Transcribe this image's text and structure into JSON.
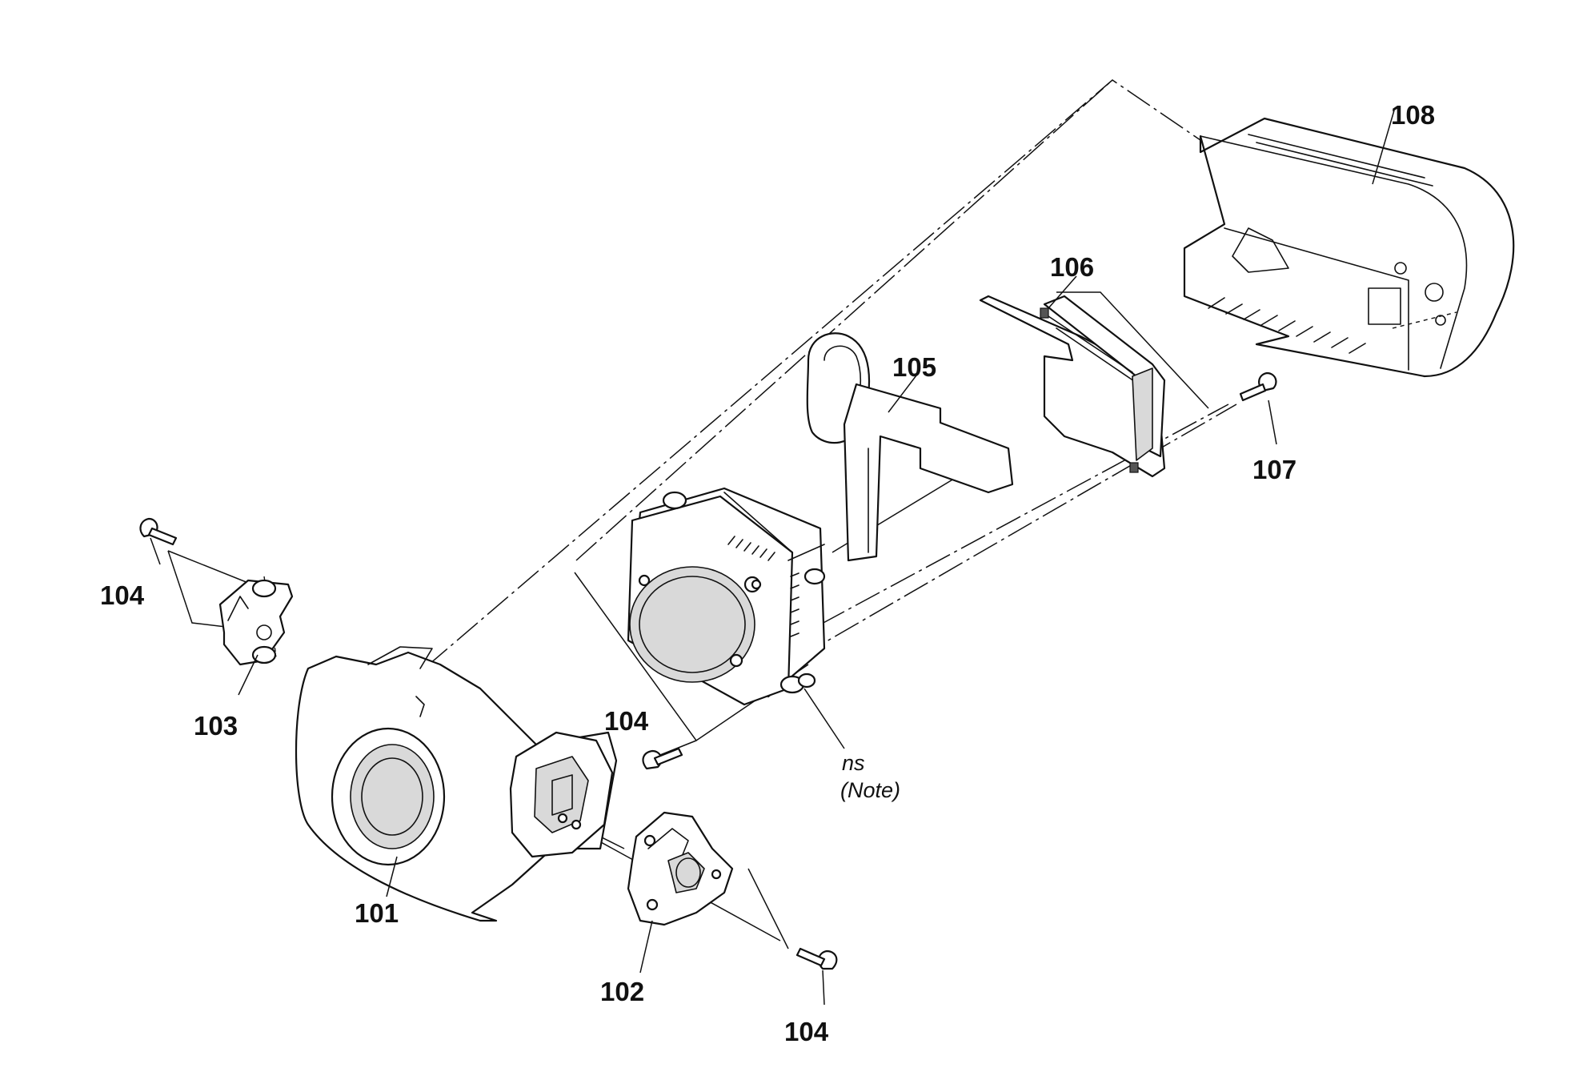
{
  "diagram": {
    "labels": {
      "p101": "101",
      "p102": "102",
      "p103": "103",
      "p104_top": "104",
      "p104_mid": "104",
      "p104_bottom": "104",
      "p105": "105",
      "p106": "106",
      "p107": "107",
      "p108": "108",
      "ns": "ns",
      "note": "(Note)"
    }
  }
}
